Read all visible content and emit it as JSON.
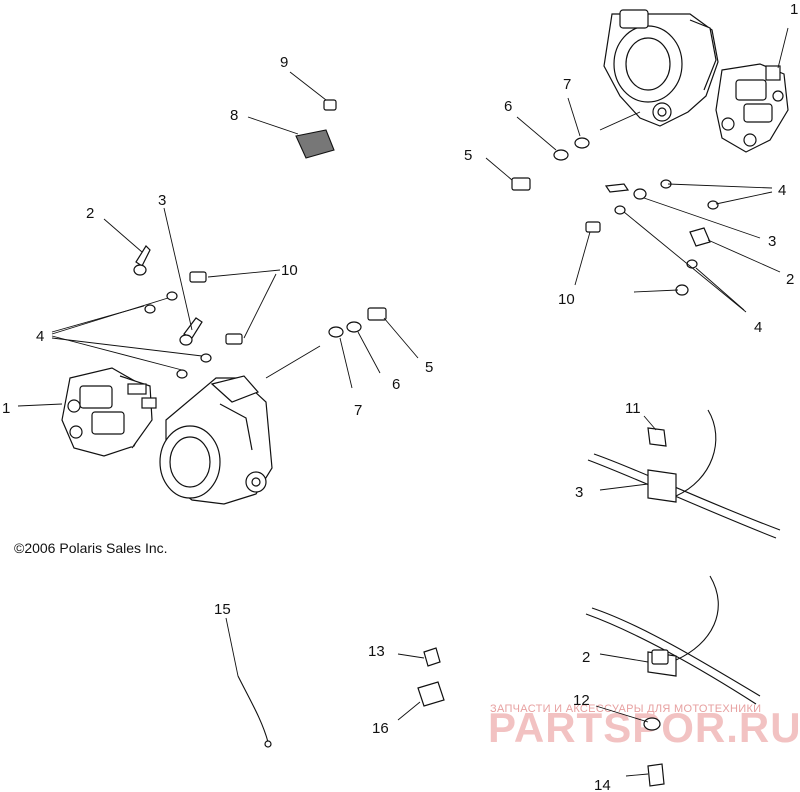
{
  "copyright": "©2006 Polaris Sales Inc.",
  "watermark": {
    "tagline": "ЗАПЧАСТИ И АКСЕССУАРЫ ДЛЯ МОТОТЕХНИКИ",
    "brand": "PARTSPOR.RU"
  },
  "callouts": {
    "c1_left": "1",
    "c1_top": "1",
    "c2_left": "2",
    "c2_right": "2",
    "c2_lower": "2",
    "c3_left": "3",
    "c3_right": "3",
    "c3_lower": "3",
    "c4_left": "4",
    "c4_top": "4",
    "c4_mid": "4",
    "c5_left": "5",
    "c5_right": "5",
    "c6_top": "6",
    "c6_mid": "6",
    "c7_top": "7",
    "c7_mid": "7",
    "c8": "8",
    "c9": "9",
    "c10_left": "10",
    "c10_right": "10",
    "c11": "11",
    "c12": "12",
    "c13": "13",
    "c14": "14",
    "c15": "15",
    "c16": "16"
  }
}
